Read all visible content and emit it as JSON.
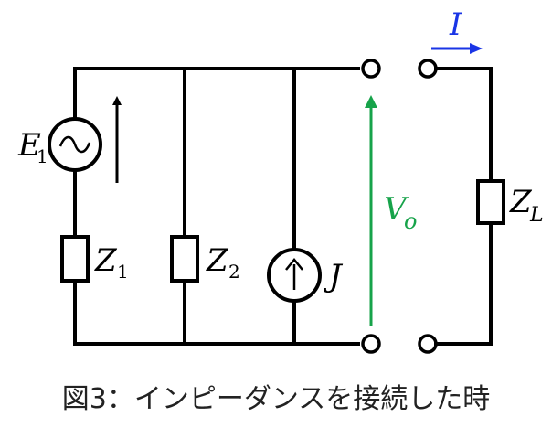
{
  "labels": {
    "e1": "E",
    "e1_sub": "1",
    "z1": "Z",
    "z1_sub": "1",
    "z2": "Z",
    "z2_sub": "2",
    "j": "J",
    "vo": "V",
    "vo_sub": "o",
    "zl": "Z",
    "zl_sub": "L",
    "i": "I"
  },
  "caption": "図3：インピーダンスを接続した時",
  "colors": {
    "wire": "#000000",
    "current_arrow": "#1a35e6",
    "voltage_arrow": "#17a34a"
  },
  "icons": {
    "ac_source": "sine-wave-in-circle",
    "current_source": "up-arrow-in-circle"
  }
}
